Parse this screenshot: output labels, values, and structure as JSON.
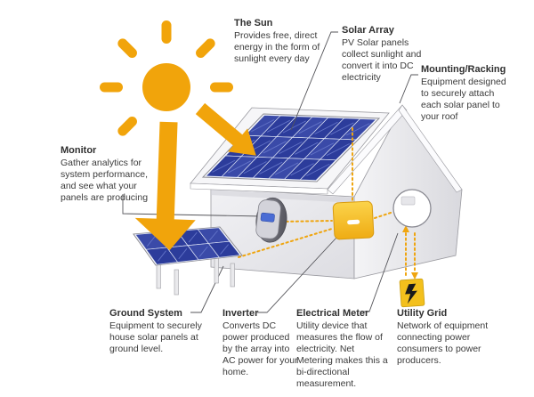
{
  "labels": {
    "sun": {
      "title": "The Sun",
      "body": "Provides free, direct energy in the form of sunlight every day"
    },
    "solar_array": {
      "title": "Solar Array",
      "body": "PV Solar panels collect sunlight and convert it into DC electricity"
    },
    "mounting": {
      "title": "Mounting/Racking",
      "body": "Equipment designed to securely attach each solar panel to your roof"
    },
    "monitor": {
      "title": "Monitor",
      "body": "Gather analytics for system performance, and see what your panels are producing"
    },
    "ground": {
      "title": "Ground System",
      "body": "Equipment to securely house solar panels at ground level."
    },
    "inverter": {
      "title": "Inverter",
      "body": "Converts DC power produced by the array into AC power for your home."
    },
    "meter": {
      "title": "Electrical Meter",
      "body": "Utility device that measures the flow of electricity. Net Metering makes this a bi-directional measurement."
    },
    "utility": {
      "title": "Utility Grid",
      "body": "Network of equipment connecting power consumers to power producers."
    }
  },
  "colors": {
    "accent_orange": "#F1A40B",
    "panel_blue": "#2C3C9B",
    "inverter_yellow": "#F5C02A",
    "wall_gray": "#ECECEE",
    "text_gray": "#3B3B3B"
  },
  "icons": {
    "sun": "sun-icon",
    "lightning": "lightning-bolt-icon",
    "down_arrow": "sunlight-down-arrow",
    "diag_arrow": "sunlight-roof-arrow"
  }
}
